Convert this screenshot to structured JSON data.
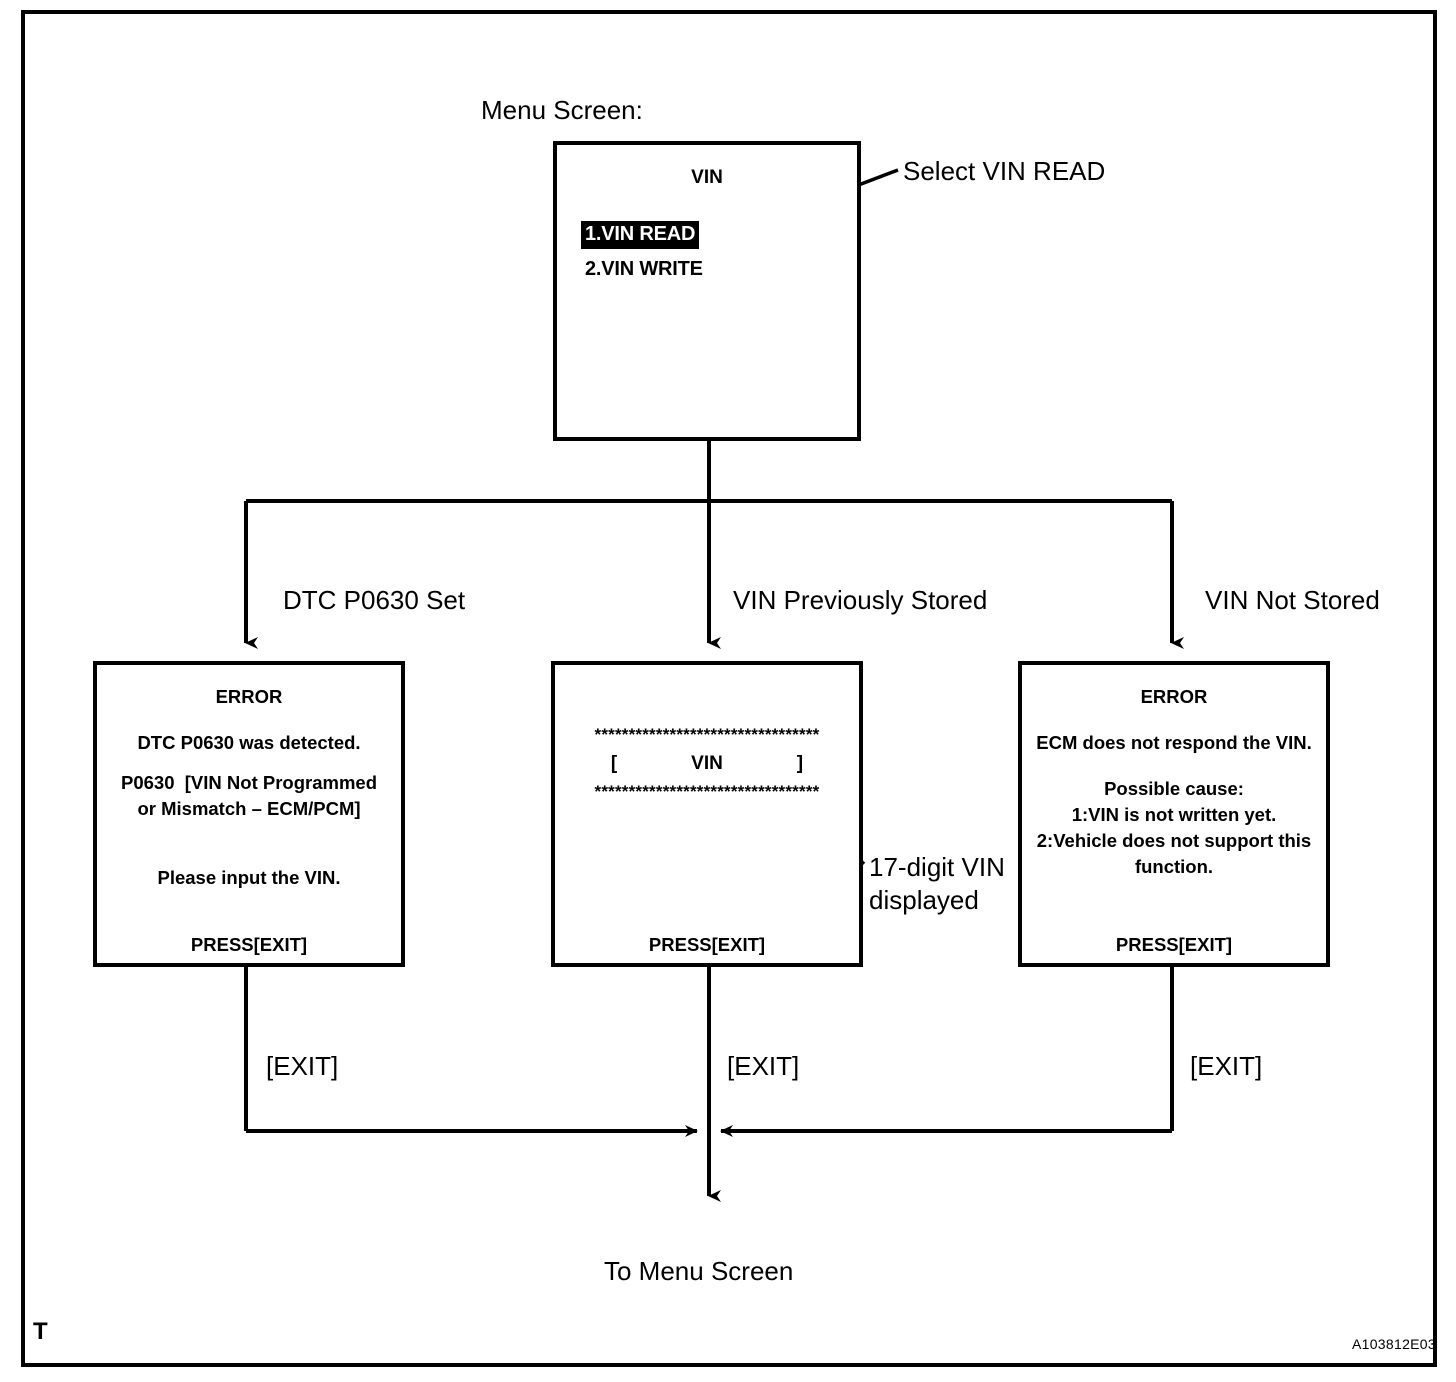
{
  "diagram": {
    "title_caption": "Menu Screen:",
    "figure_code": "A103812E03",
    "corner_mark": "T",
    "bottom_label": "To Menu Screen"
  },
  "menu_screen": {
    "title": "VIN",
    "items": [
      {
        "label": "1.VIN READ",
        "selected": true
      },
      {
        "label": "2.VIN WRITE",
        "selected": false
      }
    ],
    "callout": "Select VIN READ"
  },
  "branches": [
    {
      "label": "DTC P0630 Set"
    },
    {
      "label": "VIN Previously Stored"
    },
    {
      "label": "VIN Not Stored"
    }
  ],
  "screens": {
    "error_dtc": {
      "line1": "ERROR",
      "line2": "DTC P0630 was detected.",
      "line3": "P0630  [VIN Not Programmed",
      "line4": "or Mismatch – ECM/PCM]",
      "line5": "Please input the VIN.",
      "footer": "PRESS[EXIT]"
    },
    "vin_stored": {
      "asterisks_top": "*********************************",
      "vin_row": "[              VIN              ]",
      "asterisks_bottom": "*********************************",
      "footer": "PRESS[EXIT]",
      "callout_line1": "17-digit VIN",
      "callout_line2": "displayed"
    },
    "error_no_response": {
      "line1": "ERROR",
      "line2": "ECM does not respond the VIN.",
      "line3": "Possible cause:",
      "line4": "1:VIN is not written yet.",
      "line5": "2:Vehicle does not support this",
      "line6": "function.",
      "footer": "PRESS[EXIT]"
    }
  },
  "exit_labels": [
    {
      "label": "[EXIT]"
    },
    {
      "label": "[EXIT]"
    },
    {
      "label": "[EXIT]"
    }
  ],
  "colors": {
    "stroke": "#000000",
    "background": "#ffffff",
    "highlight_bg": "#000000",
    "highlight_fg": "#ffffff"
  }
}
